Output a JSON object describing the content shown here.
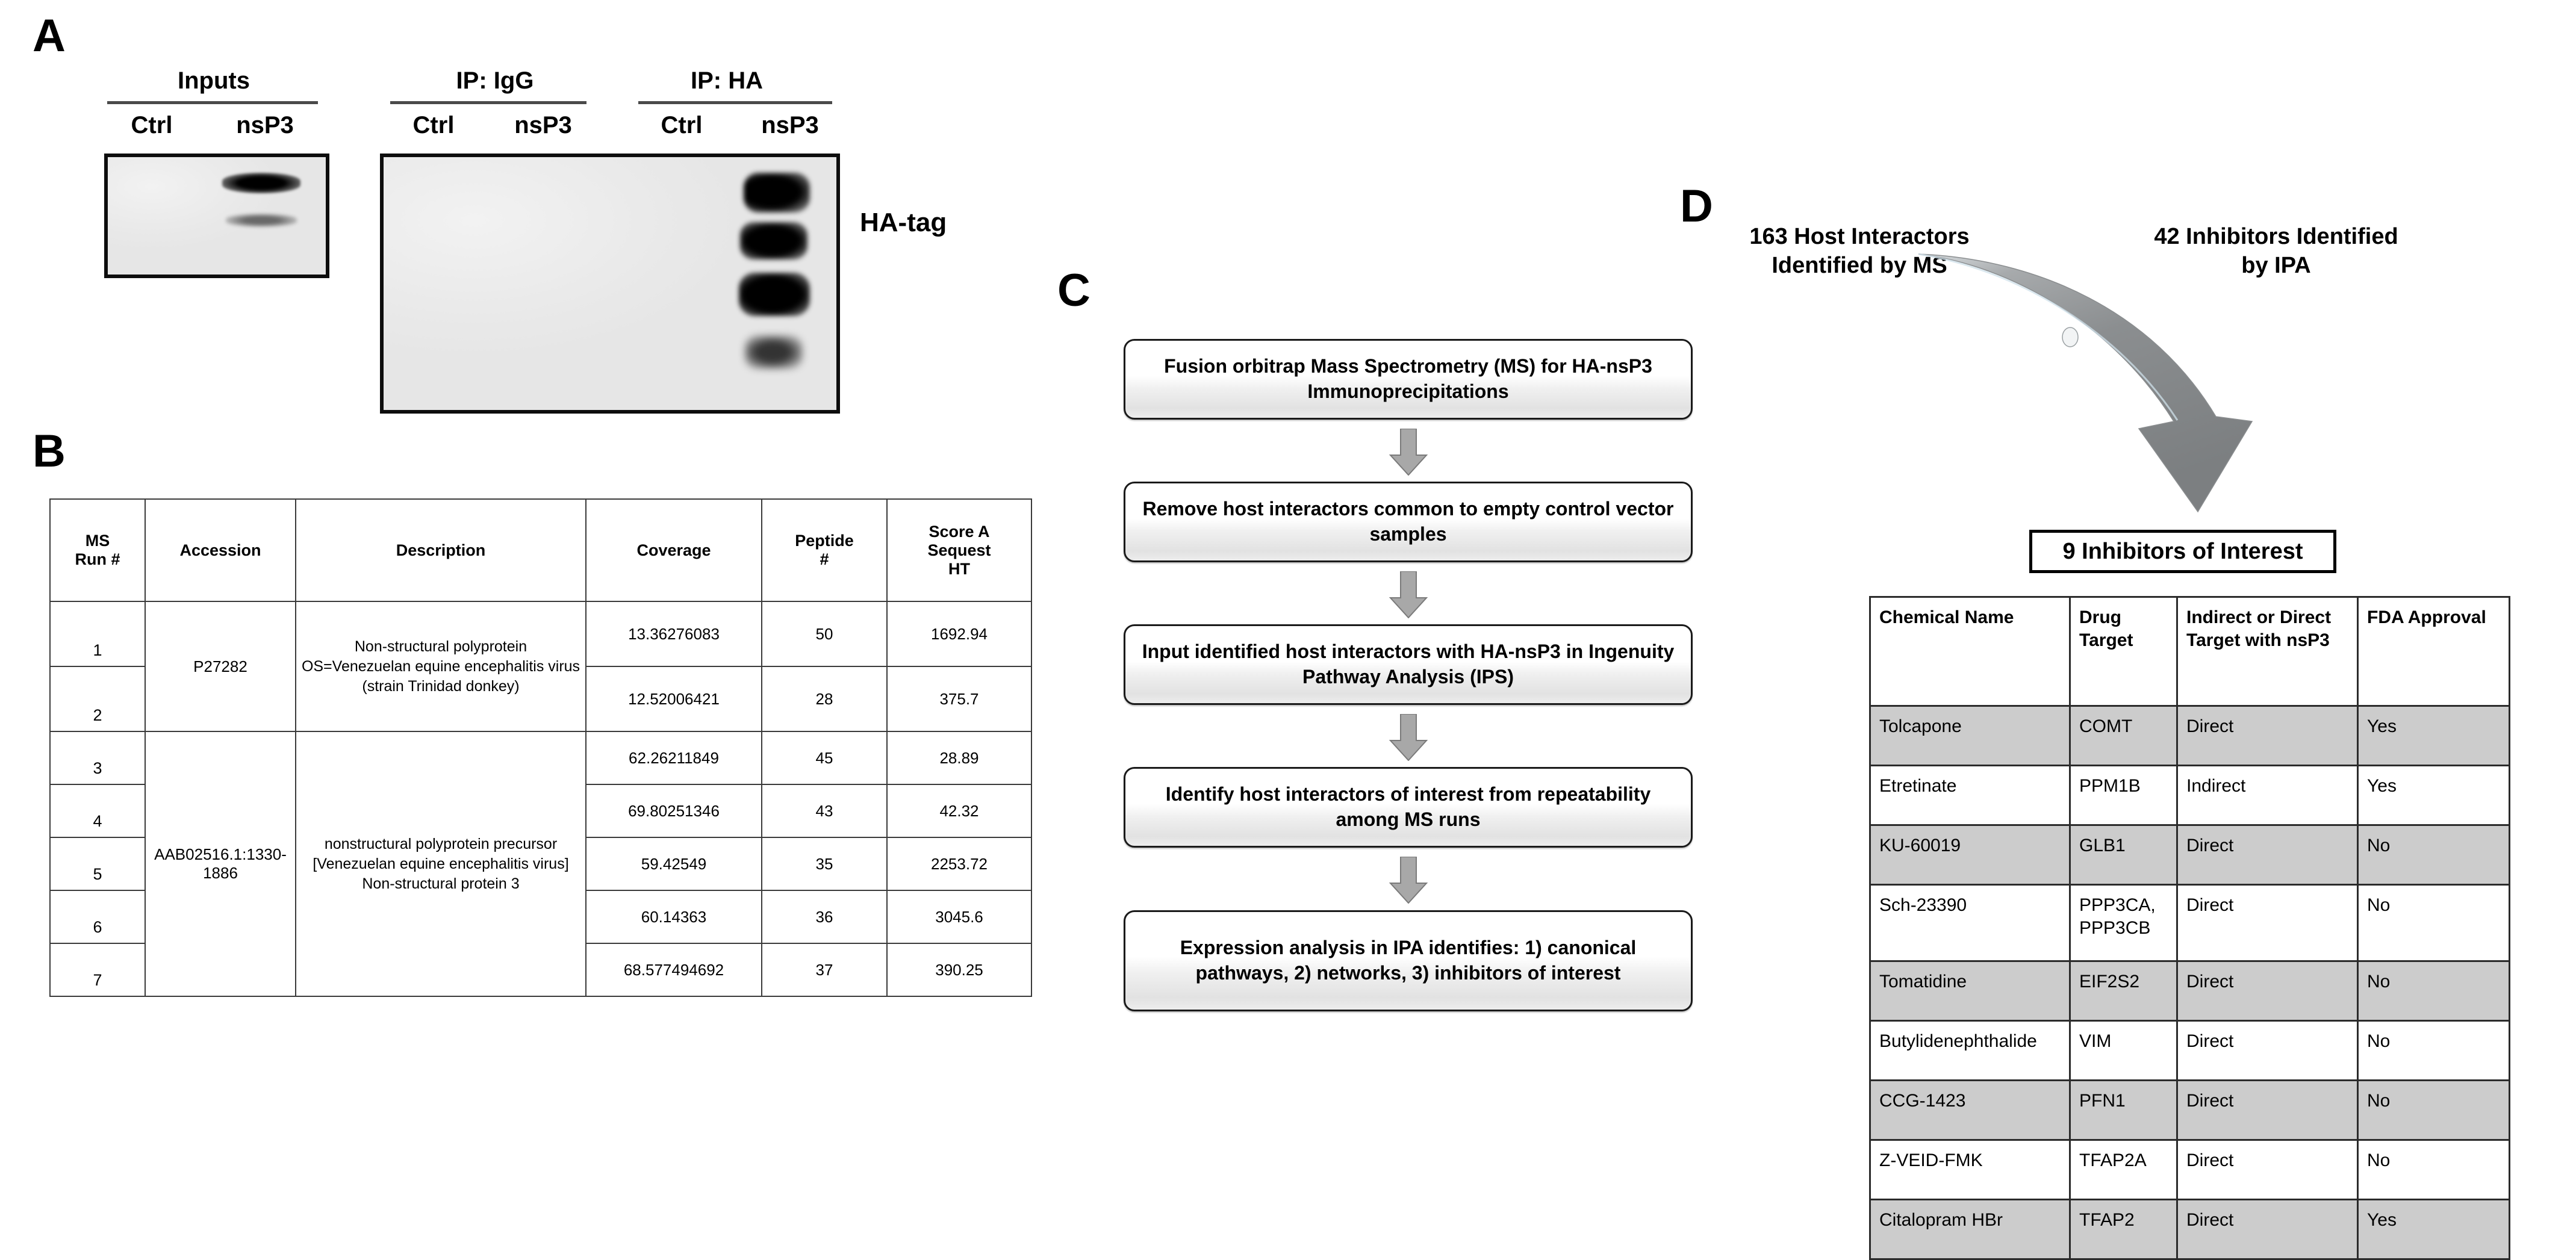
{
  "panels": {
    "a": {
      "letter": "A",
      "groups": [
        {
          "name": "Inputs",
          "lanes": [
            "Ctrl",
            "nsP3"
          ]
        },
        {
          "name": "IP: IgG",
          "lanes": [
            "Ctrl",
            "nsP3"
          ]
        },
        {
          "name": "IP: HA",
          "lanes": [
            "Ctrl",
            "nsP3"
          ]
        }
      ],
      "blot_label": "HA-tag"
    },
    "b": {
      "letter": "B",
      "columns": [
        "MS Run #",
        "Accession",
        "Description",
        "Coverage",
        "Peptide #",
        "Score A Sequest HT"
      ],
      "col_headers": [
        {
          "l1": "MS",
          "l2": "Run #"
        },
        {
          "l1": "Accession",
          "l2": ""
        },
        {
          "l1": "Description",
          "l2": ""
        },
        {
          "l1": "Coverage",
          "l2": ""
        },
        {
          "l1": "Peptide",
          "l2": "#"
        },
        {
          "l1": "Score A",
          "l2": "Sequest",
          "l3": "HT"
        }
      ],
      "accessions": [
        {
          "id": "P27282",
          "rows": 2,
          "description": "Non-structural polyprotein OS=Venezuelan equine encephalitis virus (strain Trinidad donkey)"
        },
        {
          "id": "AAB02516.1:1330-1886",
          "rows": 5,
          "description": "nonstructural polyprotein precursor [Venezuelan equine encephalitis virus] Non-structural protein 3"
        }
      ],
      "rows": [
        {
          "run": "1",
          "coverage": "13.36276083",
          "peptide": "50",
          "score": "1692.94"
        },
        {
          "run": "2",
          "coverage": "12.52006421",
          "peptide": "28",
          "score": "375.7"
        },
        {
          "run": "3",
          "coverage": "62.26211849",
          "peptide": "45",
          "score": "28.89"
        },
        {
          "run": "4",
          "coverage": "69.80251346",
          "peptide": "43",
          "score": "42.32"
        },
        {
          "run": "5",
          "coverage": "59.42549",
          "peptide": "35",
          "score": "2253.72"
        },
        {
          "run": "6",
          "coverage": "60.14363",
          "peptide": "36",
          "score": "3045.6"
        },
        {
          "run": "7",
          "coverage": "68.577494692",
          "peptide": "37",
          "score": "390.25"
        }
      ]
    },
    "c": {
      "letter": "C",
      "steps": [
        "Fusion orbitrap Mass Spectrometry (MS) for HA-nsP3 Immunoprecipitations",
        "Remove host interactors common to empty control vector samples",
        "Input identified host interactors with HA-nsP3 in Ingenuity Pathway Analysis (IPS)",
        "Identify host interactors of interest from repeatability among MS runs",
        "Expression analysis in IPA identifies: 1) canonical pathways, 2) networks, 3) inhibitors of interest"
      ]
    },
    "d": {
      "letter": "D",
      "source_label": "163 Host Interactors Identified by MS",
      "target_label": "42 Inhibitors Identified by IPA",
      "result_title": "9 Inhibitors of Interest",
      "columns": [
        "Chemical Name",
        "Drug Target",
        "Indirect or Direct Target with nsP3",
        "FDA Approval"
      ],
      "rows": [
        {
          "chemical": "Tolcapone",
          "target": "COMT",
          "mode": "Direct",
          "fda": "Yes",
          "shaded": true
        },
        {
          "chemical": "Etretinate",
          "target": "PPM1B",
          "mode": "Indirect",
          "fda": "Yes",
          "shaded": false
        },
        {
          "chemical": "KU-60019",
          "target": "GLB1",
          "mode": "Direct",
          "fda": "No",
          "shaded": true
        },
        {
          "chemical": "Sch-23390",
          "target": "PPP3CA, PPP3CB",
          "mode": "Direct",
          "fda": "No",
          "shaded": false
        },
        {
          "chemical": "Tomatidine",
          "target": "EIF2S2",
          "mode": "Direct",
          "fda": "No",
          "shaded": true
        },
        {
          "chemical": "Butylidenephthalide",
          "target": "VIM",
          "mode": "Direct",
          "fda": "No",
          "shaded": false
        },
        {
          "chemical": "CCG-1423",
          "target": "PFN1",
          "mode": "Direct",
          "fda": "No",
          "shaded": true
        },
        {
          "chemical": "Z-VEID-FMK",
          "target": "TFAP2A",
          "mode": "Direct",
          "fda": "No",
          "shaded": false
        },
        {
          "chemical": "Citalopram HBr",
          "target": "TFAP2",
          "mode": "Direct",
          "fda": "Yes",
          "shaded": true
        }
      ]
    }
  }
}
